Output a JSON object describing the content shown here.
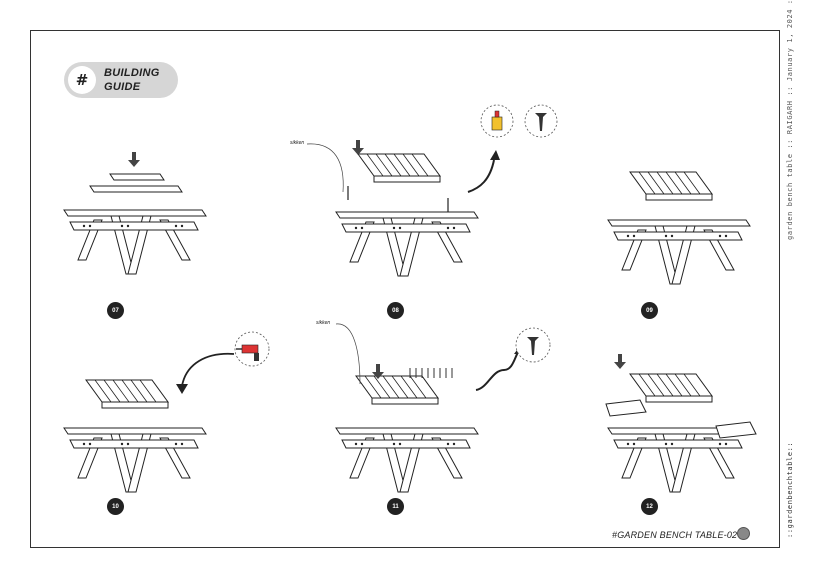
{
  "badge": {
    "symbol": "#",
    "title": "BUILDING GUIDE"
  },
  "sidebar_top": "garden bench table :: RAIGARH :: January 1, 2024 ::",
  "sidebar_bottom": "::gardenbenchtable::",
  "caption": "#GARDEN BENCH TABLE-02",
  "steps": [
    {
      "num": "07"
    },
    {
      "num": "08"
    },
    {
      "num": "09"
    },
    {
      "num": "10"
    },
    {
      "num": "11"
    },
    {
      "num": "12"
    }
  ],
  "annotations": {
    "step8": "sikken",
    "step11": "sikken"
  },
  "colors": {
    "stroke": "#222222",
    "frame": "#333333",
    "badge": "#d6d6d6",
    "step_badge": "#222222"
  },
  "icons": [
    "glue-bottle-icon",
    "screw-icon",
    "drill-icon",
    "screw-icon"
  ]
}
